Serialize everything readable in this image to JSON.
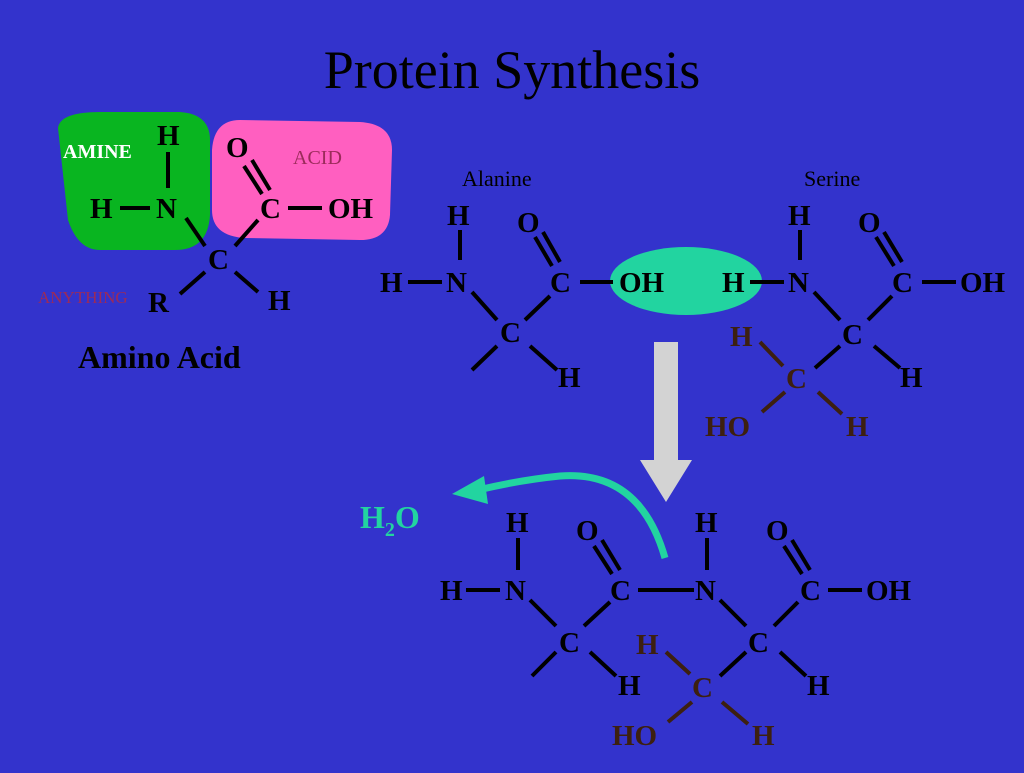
{
  "title": "Protein Synthesis",
  "colors": {
    "background": "#3333cc",
    "amine_region": "#09b520",
    "acid_region": "#ff5fc0",
    "anything_text": "#9b2b5a",
    "acid_text": "#9b2b5a",
    "highlight": "#22d4a0",
    "side_chain": "#3d2010",
    "arrow_down": "#d3d3d3",
    "water": "#22d4a0"
  },
  "amino_acid": {
    "caption": "Amino Acid",
    "amine_label": "AMINE",
    "acid_label": "ACID",
    "anything_label": "ANYTHING",
    "atoms": {
      "h_top": "H",
      "h_left": "H",
      "n": "N",
      "c_carboxyl": "C",
      "o": "O",
      "oh": "OH",
      "c_alpha": "C",
      "r": "R",
      "h_bottom": "H"
    }
  },
  "alanine": {
    "label": "Alanine",
    "atoms": {
      "h_top": "H",
      "h_left": "H",
      "n": "N",
      "c_carboxyl": "C",
      "o": "O",
      "oh": "OH",
      "c_alpha": "C",
      "h_bottom": "H"
    }
  },
  "serine": {
    "label": "Serine",
    "atoms": {
      "h_top": "H",
      "h_left": "H",
      "n": "N",
      "c_carboxyl": "C",
      "o": "O",
      "oh": "OH",
      "c_alpha": "C",
      "h_bottom": "H",
      "side_h": "H",
      "side_c": "C",
      "side_ho": "HO",
      "side_h2": "H"
    }
  },
  "water": {
    "h": "H",
    "sub": "2",
    "o": "O"
  },
  "dipeptide": {
    "atoms": {
      "h_top1": "H",
      "h_left": "H",
      "n1": "N",
      "c_alpha1": "C",
      "h_bottom1": "H",
      "c_carbonyl": "C",
      "o1": "O",
      "n2": "N",
      "h_top2": "H",
      "c_alpha2": "C",
      "h_bottom2": "H",
      "c_carboxyl": "C",
      "o2": "O",
      "oh": "OH",
      "side_h": "H",
      "side_c": "C",
      "side_ho": "HO",
      "side_h2": "H"
    }
  }
}
